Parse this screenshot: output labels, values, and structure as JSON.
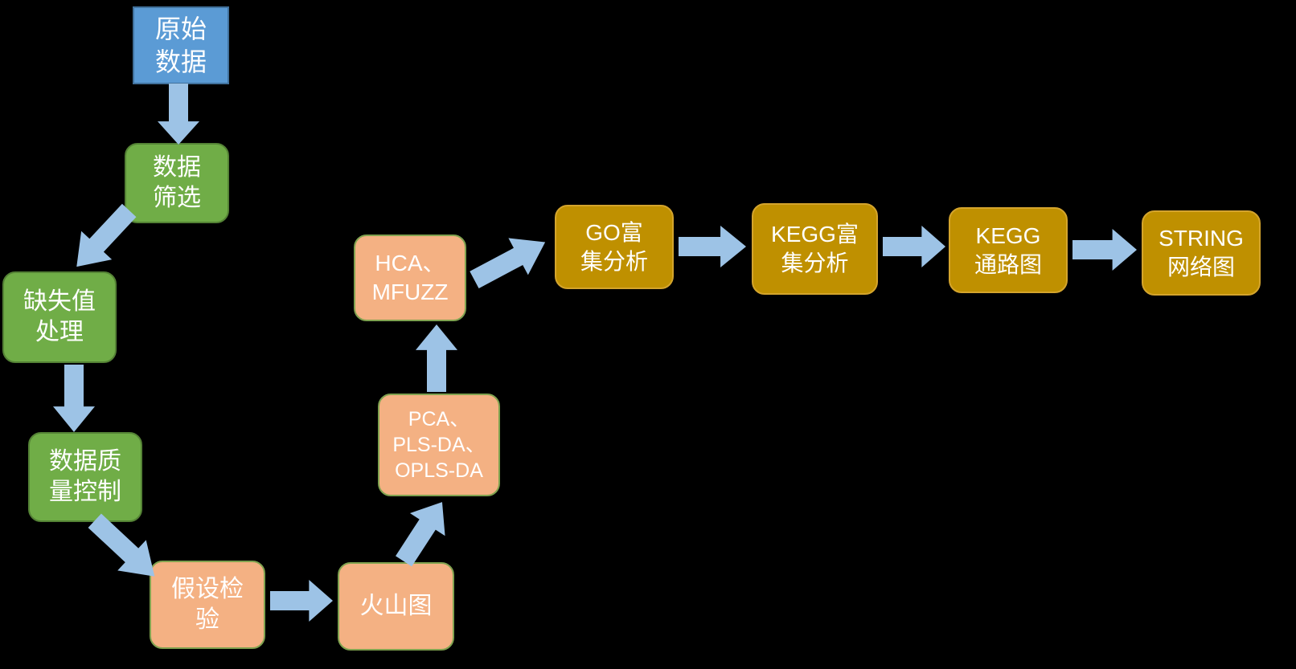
{
  "diagram": {
    "title": "omics-analysis-flowchart",
    "background": "#000000",
    "colors": {
      "blue_fill": "#5B9BD5",
      "blue_border": "#41719C",
      "green_fill": "#70AD47",
      "green_border": "#548235",
      "peach_fill": "#F4B183",
      "peach_border": "#7FA24F",
      "gold_fill": "#BF9000",
      "gold_border": "#D4A42C",
      "arrow": "#9DC3E6",
      "text": "#FFFFFF"
    },
    "nodes": [
      {
        "id": "raw-data",
        "type": "blue",
        "label": "原始\n数据"
      },
      {
        "id": "data-filtering",
        "type": "green",
        "label": "数据\n筛选"
      },
      {
        "id": "missing-value-handling",
        "type": "green",
        "label": "缺失值\n处理"
      },
      {
        "id": "data-quality-control",
        "type": "green",
        "label": "数据质\n量控制"
      },
      {
        "id": "hypothesis-testing",
        "type": "peach",
        "label": "假设检\n验"
      },
      {
        "id": "volcano-plot",
        "type": "peach",
        "label": "火山图"
      },
      {
        "id": "pca-plsda-oplsda",
        "type": "peach",
        "label": "PCA、\nPLS-DA、\nOPLS-DA"
      },
      {
        "id": "hca-mfuzz",
        "type": "peach",
        "label": "HCA、\nMFUZZ"
      },
      {
        "id": "go-enrichment",
        "type": "gold",
        "label": "GO富\n集分析"
      },
      {
        "id": "kegg-enrichment",
        "type": "gold",
        "label": "KEGG富\n集分析"
      },
      {
        "id": "kegg-pathway",
        "type": "gold",
        "label": "KEGG\n通路图"
      },
      {
        "id": "string-network",
        "type": "gold",
        "label": "STRING\n网络图"
      }
    ],
    "edges": [
      {
        "from": "raw-data",
        "to": "data-filtering"
      },
      {
        "from": "data-filtering",
        "to": "missing-value-handling"
      },
      {
        "from": "missing-value-handling",
        "to": "data-quality-control"
      },
      {
        "from": "data-quality-control",
        "to": "hypothesis-testing"
      },
      {
        "from": "hypothesis-testing",
        "to": "volcano-plot"
      },
      {
        "from": "volcano-plot",
        "to": "pca-plsda-oplsda"
      },
      {
        "from": "pca-plsda-oplsda",
        "to": "hca-mfuzz"
      },
      {
        "from": "hca-mfuzz",
        "to": "go-enrichment"
      },
      {
        "from": "go-enrichment",
        "to": "kegg-enrichment"
      },
      {
        "from": "kegg-enrichment",
        "to": "kegg-pathway"
      },
      {
        "from": "kegg-pathway",
        "to": "string-network"
      }
    ]
  }
}
